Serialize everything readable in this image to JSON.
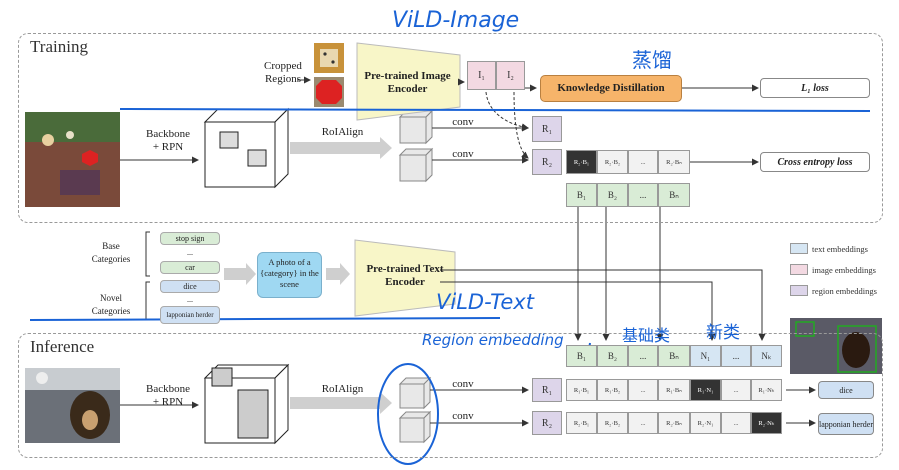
{
  "handwritten": {
    "vild_image": "ViLD-Image",
    "distill": "蒸馏",
    "vild_text": "ViLD-Text",
    "region_embedding": "Region embedding",
    "base": "基础类",
    "novel": "新类"
  },
  "training": {
    "title": "Training",
    "cropped_regions": "Cropped Regions",
    "image_encoder": "Pre-trained Image Encoder",
    "i1": "I₁",
    "i2": "I₂",
    "kd": "Knowledge Distillation",
    "l1_loss": "L₁ loss",
    "backbone": "Backbone + RPN",
    "roialign": "RoIAlign",
    "conv1": "conv",
    "conv2": "conv",
    "r1": "R₁",
    "r2": "R₂",
    "r2_row": [
      "R₂·B₁",
      "R₂·B₂",
      "...",
      "R₂·Bₙ"
    ],
    "ce_loss": "Cross entropy loss",
    "b_row": [
      "B₁",
      "B₂",
      "...",
      "Bₙ"
    ]
  },
  "categories": {
    "base_label": "Base Categories",
    "novel_label": "Novel Categories",
    "base_items": [
      "stop sign",
      "...",
      "car"
    ],
    "novel_items": [
      "dice",
      "...",
      "lapponian herder"
    ],
    "prompt": "A photo of a {category} in the scene",
    "text_encoder": "Pre-trained Text Encoder"
  },
  "legend": {
    "text": "text embeddings",
    "image": "image embeddings",
    "region": "region embeddings",
    "colors": {
      "text": "#d6e6f3",
      "image": "#f3d9e2",
      "region": "#ddd5ea"
    }
  },
  "inference": {
    "title": "Inference",
    "backbone": "Backbone + RPN",
    "roialign": "RoIAlign",
    "conv1": "conv",
    "conv2": "conv",
    "r1": "R₁",
    "r2": "R₂",
    "header": [
      "B₁",
      "B₂",
      "...",
      "Bₙ",
      "N₁",
      "...",
      "Nₖ"
    ],
    "r1_row": [
      "R₁·B₁",
      "R₁·B₂",
      "...",
      "R₁·Bₙ",
      "R₁·N₁",
      "...",
      "R₁·Nₖ"
    ],
    "r2_row": [
      "R₂·B₁",
      "R₂·B₂",
      "...",
      "R₂·Bₙ",
      "R₂·N₁",
      "...",
      "R₂·Nₖ"
    ],
    "out1": "dice",
    "out2": "lapponian herder"
  }
}
